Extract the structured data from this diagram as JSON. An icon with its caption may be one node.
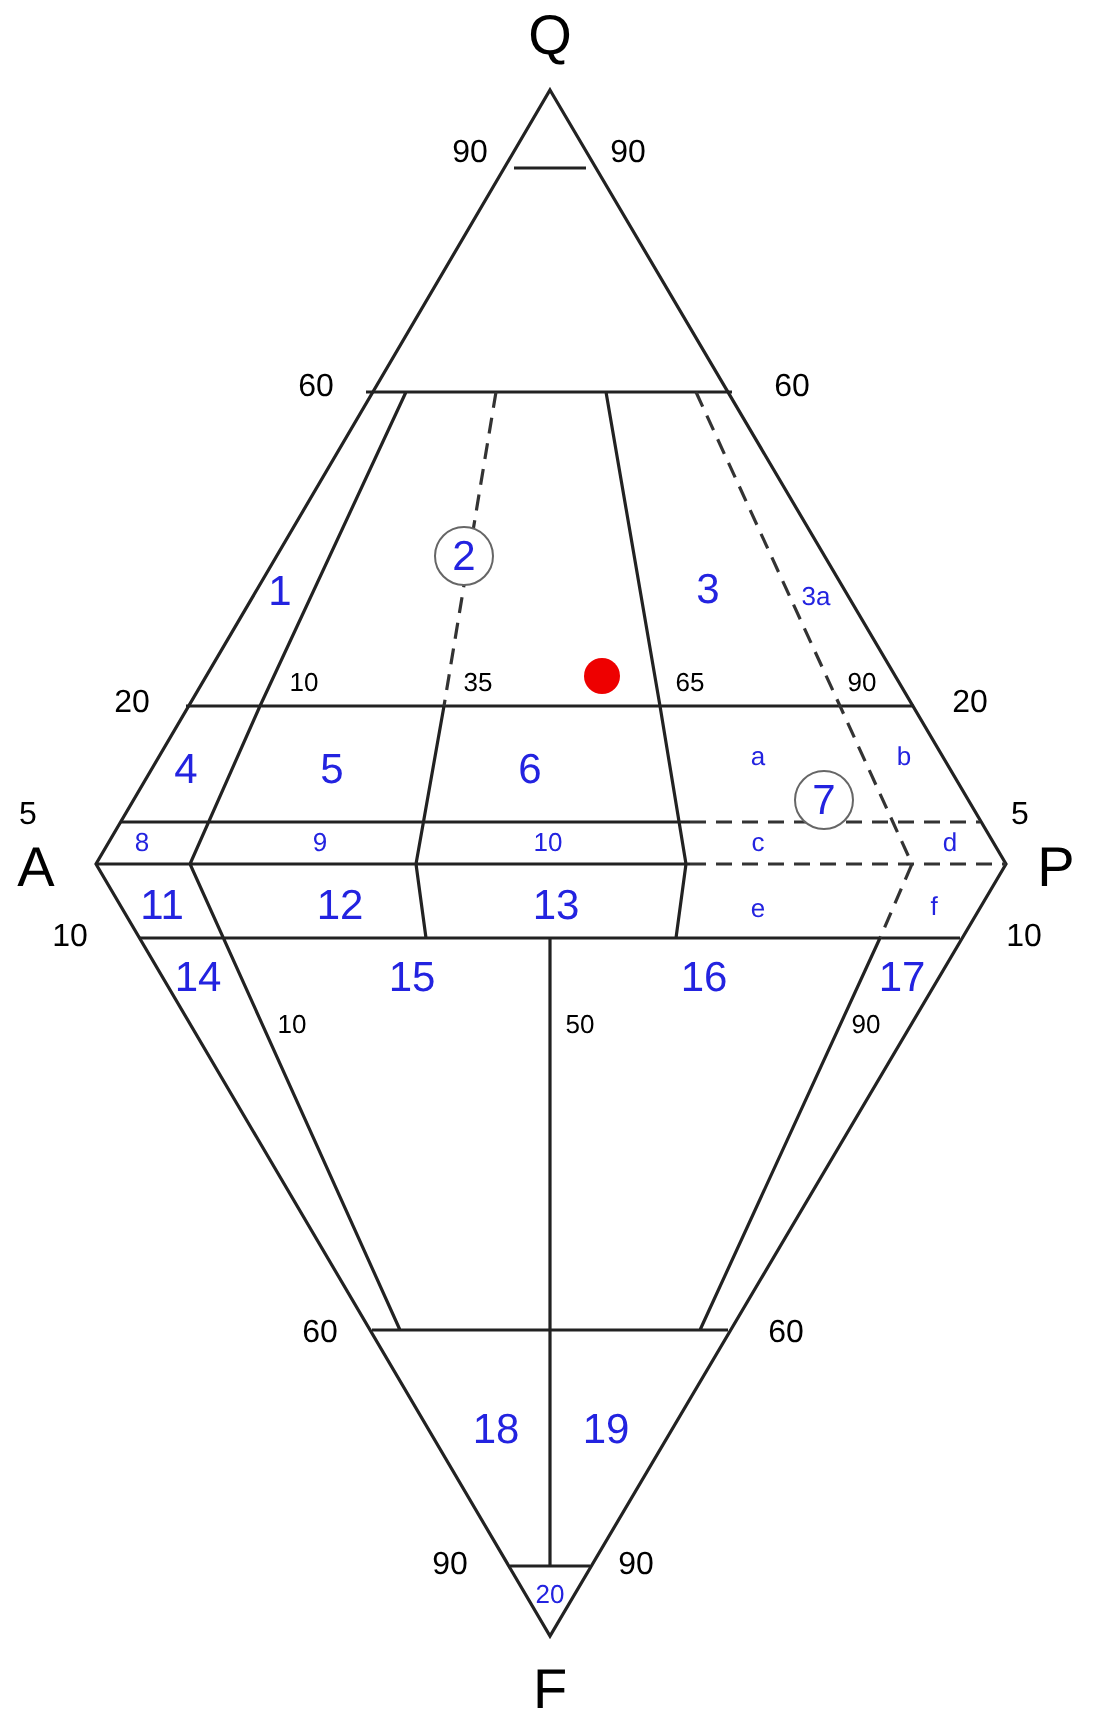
{
  "diagram": {
    "nodes": [
      {
        "text": [
          "2"
        ]
      },
      {
        "text": [
          "7"
        ]
      }
    ],
    "edges": [],
    "labels": [
      "Q",
      "90",
      "90",
      "60",
      "60",
      "1",
      "3",
      "3a",
      "10",
      "35",
      "65",
      "90",
      "20",
      "20",
      "4",
      "5",
      "6",
      "a",
      "b",
      "5",
      "A",
      "8",
      "9",
      "10",
      "c",
      "d",
      "5",
      "P",
      "11",
      "12",
      "13",
      "e",
      "f",
      "10",
      "10",
      "14",
      "15",
      "16",
      "17",
      "10",
      "50",
      "90",
      "60",
      "60",
      "18",
      "19",
      "90",
      "90",
      "20",
      "F"
    ]
  }
}
